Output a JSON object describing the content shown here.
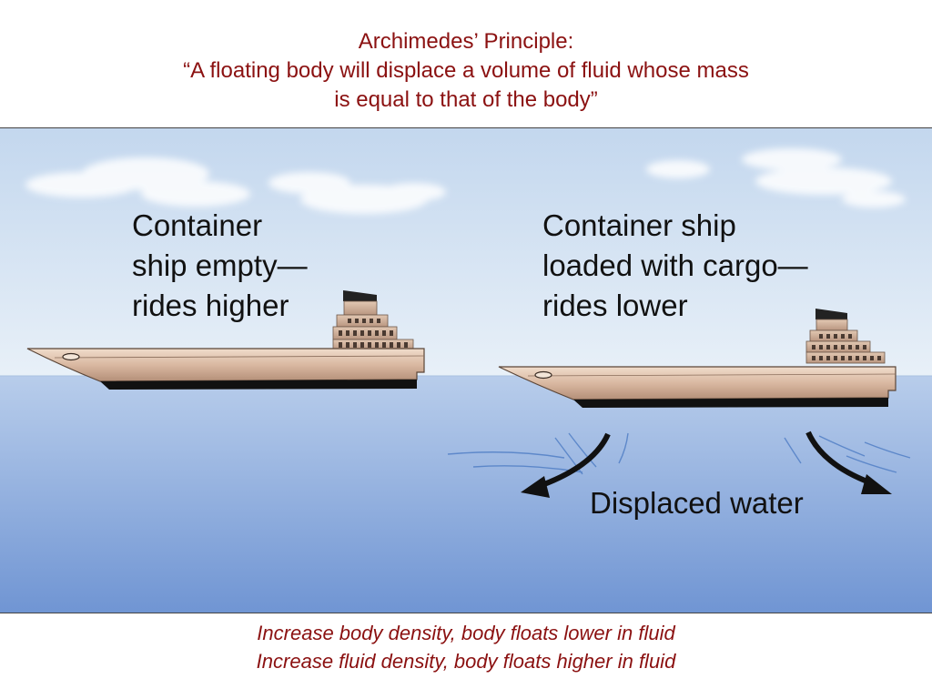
{
  "title": {
    "line1": "Archimedes’ Principle:",
    "line2": "“A floating body will displace a volume of fluid whose mass",
    "line3": "is equal to that of the body”"
  },
  "figure": {
    "empty_ship_label": {
      "line1": "Container",
      "line2": "ship empty—",
      "line3": "rides higher"
    },
    "loaded_ship_label": {
      "line1": "Container ship",
      "line2": "loaded with cargo—",
      "line3": "rides lower"
    },
    "displaced_water_label": "Displaced water",
    "colors": {
      "sky_top": "#c3d7ee",
      "sky_bottom": "#e8f0f8",
      "water_top": "#b8cdeb",
      "water_bottom": "#7095d3",
      "hull": "#d9b8a1",
      "keel": "#111111"
    }
  },
  "footer": {
    "line1": "Increase body density, body floats lower in fluid",
    "line2": "Increase fluid density, body floats higher in fluid"
  },
  "colors": {
    "text_accent": "#8b1111"
  }
}
